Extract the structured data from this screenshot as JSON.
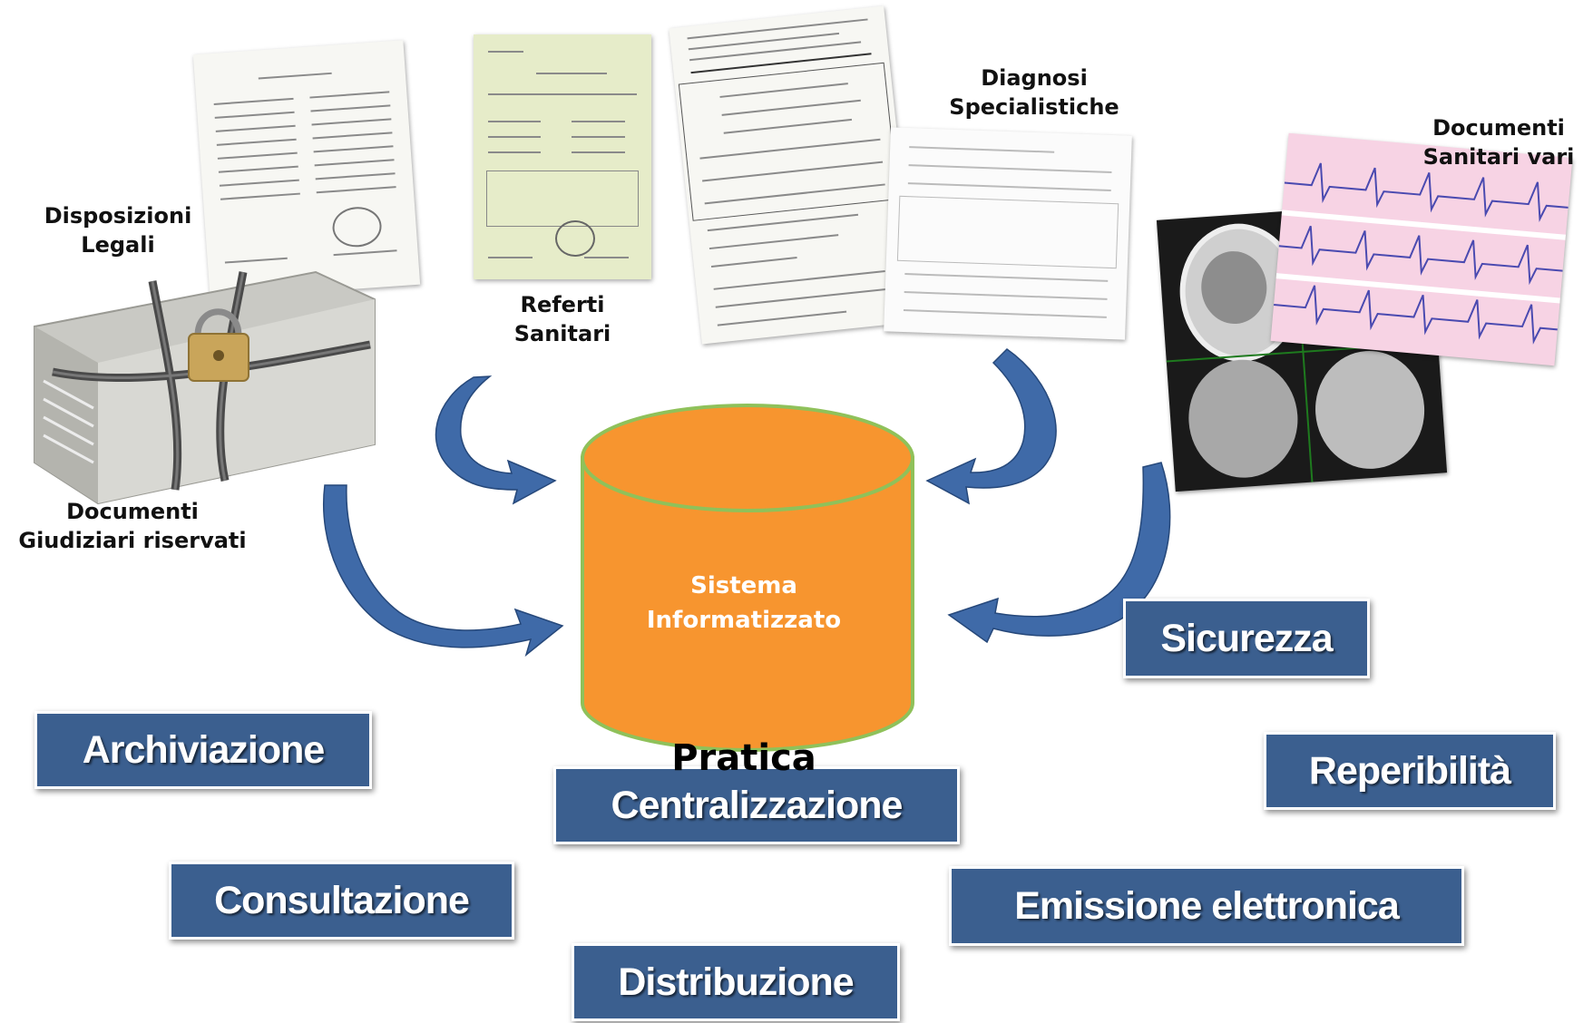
{
  "labels": {
    "disposizioni": [
      "Disposizioni",
      "Legali"
    ],
    "referti": [
      "Referti",
      "Sanitari"
    ],
    "diagnosi": [
      "Diagnosi",
      "Specialistiche"
    ],
    "documenti_sanitari": [
      "Documenti",
      "Sanitari vari"
    ],
    "documenti_giudiziari": [
      "Documenti",
      "Giudiziari riservati"
    ]
  },
  "center": {
    "line1": "Sistema",
    "line2": "Informatizzato",
    "pratica": "Pratica"
  },
  "functions": {
    "archiviazione": "Archiviazione",
    "centralizzazione": "Centralizzazione",
    "sicurezza": "Sicurezza",
    "reperibilita": "Reperibilità",
    "consultazione": "Consultazione",
    "emissione": "Emissione elettronica",
    "distribuzione": "Distribuzione"
  },
  "colors": {
    "cylinder_fill": "#f7952f",
    "cylinder_stroke": "#8fc15a",
    "arrow": "#3f6aa8",
    "box_fill": "#3b5f8f"
  },
  "icons": [
    "locked-binder-icon",
    "legal-document-icon",
    "medical-report-icon",
    "investigation-report-icon",
    "diagnosis-form-icon",
    "brain-scan-icon",
    "ecg-strip-icon"
  ]
}
